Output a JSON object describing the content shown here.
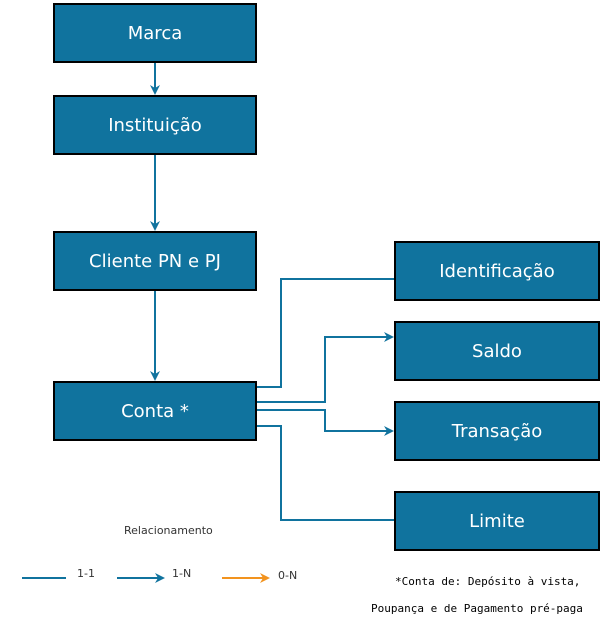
{
  "nodes": {
    "marca": "Marca",
    "instituicao": "Instituição",
    "cliente": "Cliente PN e PJ",
    "conta": "Conta *",
    "identificacao": "Identificação",
    "saldo": "Saldo",
    "transacao": "Transação",
    "limite": "Limite"
  },
  "legend": {
    "title": "Relacionamento",
    "one_to_one": "1-1",
    "one_to_n": "1-N",
    "zero_to_n": "0-N"
  },
  "note": {
    "line1": "*Conta de: Depósito à vista,",
    "line2": "Poupança e de Pagamento pré-paga"
  },
  "colors": {
    "node_fill": "#10739e",
    "edge": "#10739e",
    "optional_edge": "#f2931e"
  }
}
